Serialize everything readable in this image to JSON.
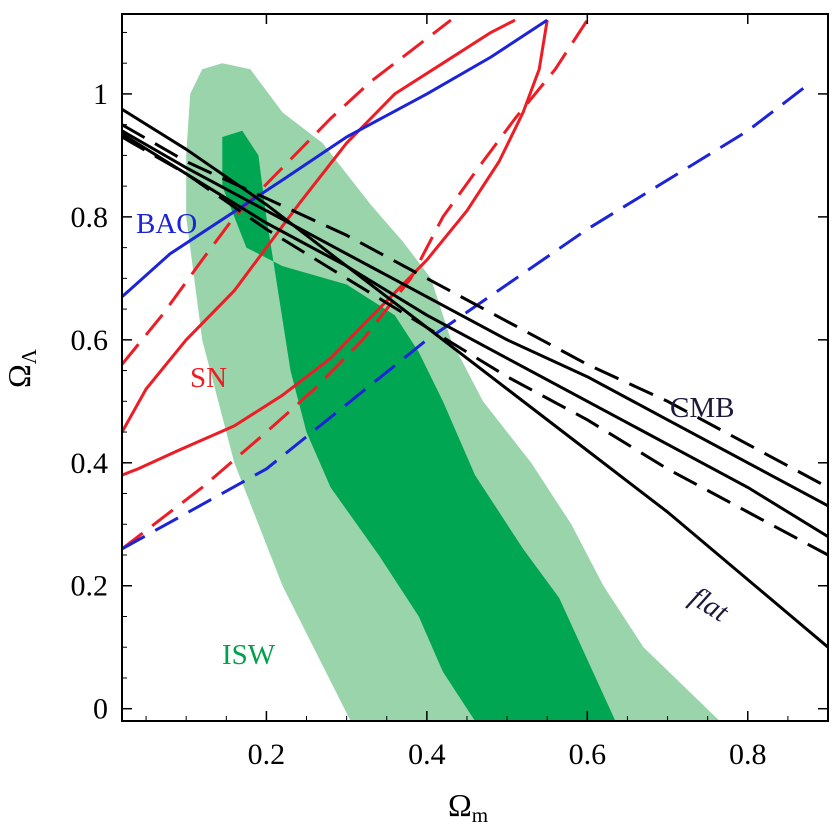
{
  "chart_data": {
    "type": "contour",
    "xlabel": "Ω",
    "xlabel_sub": "m",
    "ylabel": "Ω",
    "ylabel_sub": "Λ",
    "xlim": [
      0.02,
      0.9
    ],
    "ylim": [
      -0.02,
      1.13
    ],
    "xticks": [
      0.2,
      0.4,
      0.6,
      0.8
    ],
    "yticks": [
      0,
      0.2,
      0.4,
      0.6,
      0.8,
      1
    ],
    "colors": {
      "isw_outer": "#99d4ab",
      "isw_inner": "#00a651",
      "sn": "#ee1c24",
      "bao": "#1b24d8",
      "cmb": "#000000",
      "isw_label": "#00a14b",
      "dark_label": "#1c1a3a"
    },
    "annotations": {
      "bao": "BAO",
      "sn": "SN",
      "cmb": "CMB",
      "flat": "flat",
      "isw": "ISW"
    },
    "isw_outer": [
      [
        0.305,
        -0.02
      ],
      [
        0.22,
        0.2
      ],
      [
        0.16,
        0.4
      ],
      [
        0.12,
        0.6
      ],
      [
        0.1,
        0.8
      ],
      [
        0.1,
        0.9
      ],
      [
        0.105,
        1.0
      ],
      [
        0.12,
        1.04
      ],
      [
        0.145,
        1.05
      ],
      [
        0.18,
        1.04
      ],
      [
        0.22,
        0.97
      ],
      [
        0.27,
        0.92
      ],
      [
        0.33,
        0.82
      ],
      [
        0.37,
        0.76
      ],
      [
        0.405,
        0.7
      ],
      [
        0.43,
        0.6
      ],
      [
        0.47,
        0.5
      ],
      [
        0.53,
        0.4
      ],
      [
        0.58,
        0.3
      ],
      [
        0.62,
        0.2
      ],
      [
        0.67,
        0.1
      ],
      [
        0.765,
        -0.02
      ]
    ],
    "isw_inner": [
      [
        0.46,
        -0.02
      ],
      [
        0.42,
        0.06
      ],
      [
        0.39,
        0.15
      ],
      [
        0.34,
        0.25
      ],
      [
        0.28,
        0.36
      ],
      [
        0.25,
        0.45
      ],
      [
        0.23,
        0.55
      ],
      [
        0.2,
        0.8
      ],
      [
        0.19,
        0.9
      ],
      [
        0.17,
        0.94
      ],
      [
        0.145,
        0.93
      ],
      [
        0.145,
        0.85
      ],
      [
        0.175,
        0.75
      ],
      [
        0.22,
        0.72
      ],
      [
        0.3,
        0.69
      ],
      [
        0.36,
        0.64
      ],
      [
        0.39,
        0.58
      ],
      [
        0.42,
        0.5
      ],
      [
        0.46,
        0.38
      ],
      [
        0.52,
        0.26
      ],
      [
        0.565,
        0.18
      ],
      [
        0.6,
        0.08
      ],
      [
        0.635,
        -0.02
      ]
    ],
    "sn_solid": [
      [
        [
          0.02,
          0.38
        ],
        [
          0.04,
          0.39
        ],
        [
          0.09,
          0.42
        ],
        [
          0.16,
          0.46
        ],
        [
          0.22,
          0.51
        ],
        [
          0.28,
          0.57
        ],
        [
          0.34,
          0.65
        ],
        [
          0.4,
          0.73
        ],
        [
          0.45,
          0.81
        ],
        [
          0.49,
          0.89
        ],
        [
          0.52,
          0.97
        ],
        [
          0.54,
          1.04
        ],
        [
          0.55,
          1.12
        ]
      ],
      [
        [
          0.02,
          0.45
        ],
        [
          0.05,
          0.52
        ],
        [
          0.1,
          0.6
        ],
        [
          0.16,
          0.68
        ],
        [
          0.2,
          0.75
        ],
        [
          0.24,
          0.82
        ],
        [
          0.3,
          0.92
        ],
        [
          0.36,
          1.0
        ],
        [
          0.42,
          1.05
        ],
        [
          0.48,
          1.1
        ],
        [
          0.51,
          1.12
        ]
      ]
    ],
    "sn_dashed": [
      [
        [
          0.02,
          0.26
        ],
        [
          0.06,
          0.3
        ],
        [
          0.12,
          0.36
        ],
        [
          0.2,
          0.45
        ],
        [
          0.26,
          0.52
        ],
        [
          0.32,
          0.6
        ],
        [
          0.38,
          0.7
        ],
        [
          0.42,
          0.8
        ],
        [
          0.47,
          0.89
        ],
        [
          0.51,
          0.96
        ],
        [
          0.56,
          1.04
        ],
        [
          0.6,
          1.12
        ]
      ],
      [
        [
          0.02,
          0.56
        ],
        [
          0.07,
          0.64
        ],
        [
          0.12,
          0.73
        ],
        [
          0.16,
          0.8
        ],
        [
          0.22,
          0.88
        ],
        [
          0.28,
          0.96
        ],
        [
          0.33,
          1.02
        ],
        [
          0.38,
          1.07
        ],
        [
          0.43,
          1.12
        ]
      ]
    ],
    "bao_solid": [
      [
        0.02,
        0.67
      ],
      [
        0.08,
        0.74
      ],
      [
        0.15,
        0.8
      ],
      [
        0.22,
        0.86
      ],
      [
        0.3,
        0.93
      ],
      [
        0.4,
        1.0
      ],
      [
        0.48,
        1.06
      ],
      [
        0.55,
        1.12
      ]
    ],
    "bao_dashed": [
      [
        0.02,
        0.26
      ],
      [
        0.2,
        0.39
      ],
      [
        0.4,
        0.6
      ],
      [
        0.6,
        0.78
      ],
      [
        0.8,
        0.94
      ],
      [
        0.88,
        1.02
      ]
    ],
    "cmb_solid": [
      [
        [
          0.02,
          0.975
        ],
        [
          0.1,
          0.91
        ],
        [
          0.2,
          0.82
        ],
        [
          0.3,
          0.72
        ],
        [
          0.4,
          0.62
        ],
        [
          0.5,
          0.52
        ],
        [
          0.6,
          0.42
        ],
        [
          0.7,
          0.32
        ],
        [
          0.8,
          0.21
        ],
        [
          0.9,
          0.1
        ]
      ],
      [
        [
          0.02,
          0.94
        ],
        [
          0.1,
          0.88
        ],
        [
          0.2,
          0.81
        ],
        [
          0.3,
          0.74
        ],
        [
          0.4,
          0.67
        ],
        [
          0.5,
          0.6
        ],
        [
          0.6,
          0.54
        ],
        [
          0.7,
          0.47
        ],
        [
          0.8,
          0.4
        ],
        [
          0.9,
          0.33
        ]
      ],
      [
        [
          0.02,
          0.935
        ],
        [
          0.1,
          0.87
        ],
        [
          0.2,
          0.79
        ],
        [
          0.3,
          0.72
        ],
        [
          0.4,
          0.64
        ],
        [
          0.5,
          0.57
        ],
        [
          0.6,
          0.5
        ],
        [
          0.7,
          0.43
        ],
        [
          0.8,
          0.36
        ],
        [
          0.9,
          0.28
        ]
      ]
    ],
    "cmb_dashed": [
      [
        [
          0.02,
          0.95
        ],
        [
          0.1,
          0.89
        ],
        [
          0.2,
          0.83
        ],
        [
          0.3,
          0.77
        ],
        [
          0.4,
          0.7
        ],
        [
          0.5,
          0.63
        ],
        [
          0.6,
          0.56
        ],
        [
          0.7,
          0.5
        ],
        [
          0.8,
          0.43
        ],
        [
          0.9,
          0.36
        ]
      ],
      [
        [
          0.02,
          0.93
        ],
        [
          0.1,
          0.87
        ],
        [
          0.2,
          0.78
        ],
        [
          0.3,
          0.7
        ],
        [
          0.4,
          0.62
        ],
        [
          0.5,
          0.54
        ],
        [
          0.6,
          0.47
        ],
        [
          0.7,
          0.39
        ],
        [
          0.8,
          0.32
        ],
        [
          0.9,
          0.25
        ]
      ]
    ]
  }
}
